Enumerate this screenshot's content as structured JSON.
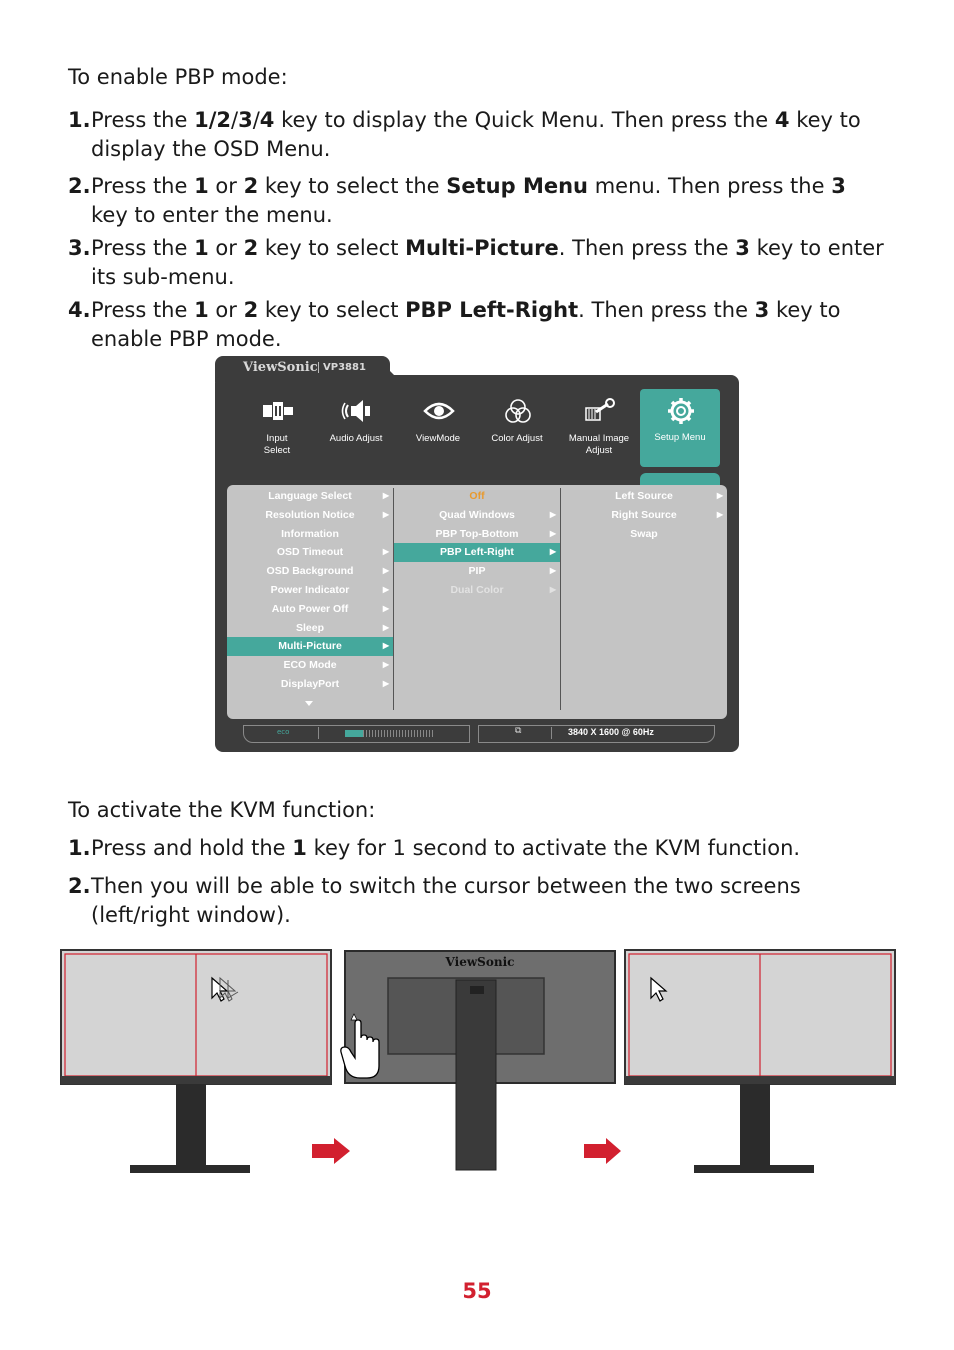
{
  "pbp": {
    "intro": "To enable PBP mode:",
    "steps": [
      {
        "num": "1.",
        "t1": "Press the ",
        "b1": "1/2",
        "t2": "/",
        "b2": "3",
        "t3": "/",
        "b3": "4",
        "t4": " key to display the Quick Menu. Then press the ",
        "b4": "4",
        "t5": " key to display the OSD Menu."
      },
      {
        "num": "2.",
        "t1": "Press the ",
        "b1": "1",
        "t2": " or ",
        "b2": "2",
        "t3": " key to select the ",
        "b3": "Setup Menu",
        "t4": " menu. Then press the ",
        "b4": "3",
        "t5": " key to enter the menu."
      },
      {
        "num": "3.",
        "t1": "Press the ",
        "b1": "1",
        "t2": " or ",
        "b2": "2",
        "t3": " key to select ",
        "b3": "Multi-Picture",
        "t4": ". Then press the ",
        "b4": "3",
        "t5": " key to enter its sub-menu."
      },
      {
        "num": "4.",
        "t1": "Press the ",
        "b1": "1",
        "t2": " or ",
        "b2": "2",
        "t3": " key to select ",
        "b3": "PBP Left-Right",
        "t4": ". Then press the ",
        "b4": "3",
        "t5": " key to enable PBP mode."
      }
    ]
  },
  "osd": {
    "brand": "ViewSonic",
    "model": "VP3881",
    "tabs": [
      {
        "label": "Input\nSelect",
        "icon": "input-select-icon"
      },
      {
        "label": "Audio Adjust",
        "icon": "speaker-icon"
      },
      {
        "label": "ViewMode",
        "icon": "eye-icon"
      },
      {
        "label": "Color Adjust",
        "icon": "color-circles-icon"
      },
      {
        "label": "Manual Image\nAdjust",
        "icon": "wrench-icon"
      },
      {
        "label": "Setup Menu",
        "icon": "gear-icon"
      }
    ],
    "col1": [
      "Language Select",
      "Resolution Notice",
      "Information",
      "OSD Timeout",
      "OSD Background",
      "Power Indicator",
      "Auto Power Off",
      "Sleep",
      "Multi-Picture",
      "ECO Mode",
      "DisplayPort"
    ],
    "col2": [
      "Off",
      "Quad Windows",
      "PBP Top-Bottom",
      "PBP Left-Right",
      "PIP",
      "Dual Color"
    ],
    "col3": [
      "Left Source",
      "Right Source",
      "Swap"
    ],
    "resolution": "3840 X 1600 @ 60Hz",
    "eco_label": "eco",
    "colors": {
      "frame": "#3c3c3c",
      "accent": "#45a89c",
      "panel": "#c4c4c4",
      "off": "#e89a2e"
    }
  },
  "kvm": {
    "intro": "To activate the KVM function:",
    "steps": [
      {
        "num": "1.",
        "t1": "Press and hold the ",
        "b1": "1",
        "t2": " key for 1 second to activate the KVM function."
      },
      {
        "num": "2.",
        "t1": "Then you will be able to switch the cursor between the two screens (left/right window)."
      }
    ],
    "brand": "ViewSonic",
    "accent": "#d2202f"
  },
  "page_number": "55"
}
